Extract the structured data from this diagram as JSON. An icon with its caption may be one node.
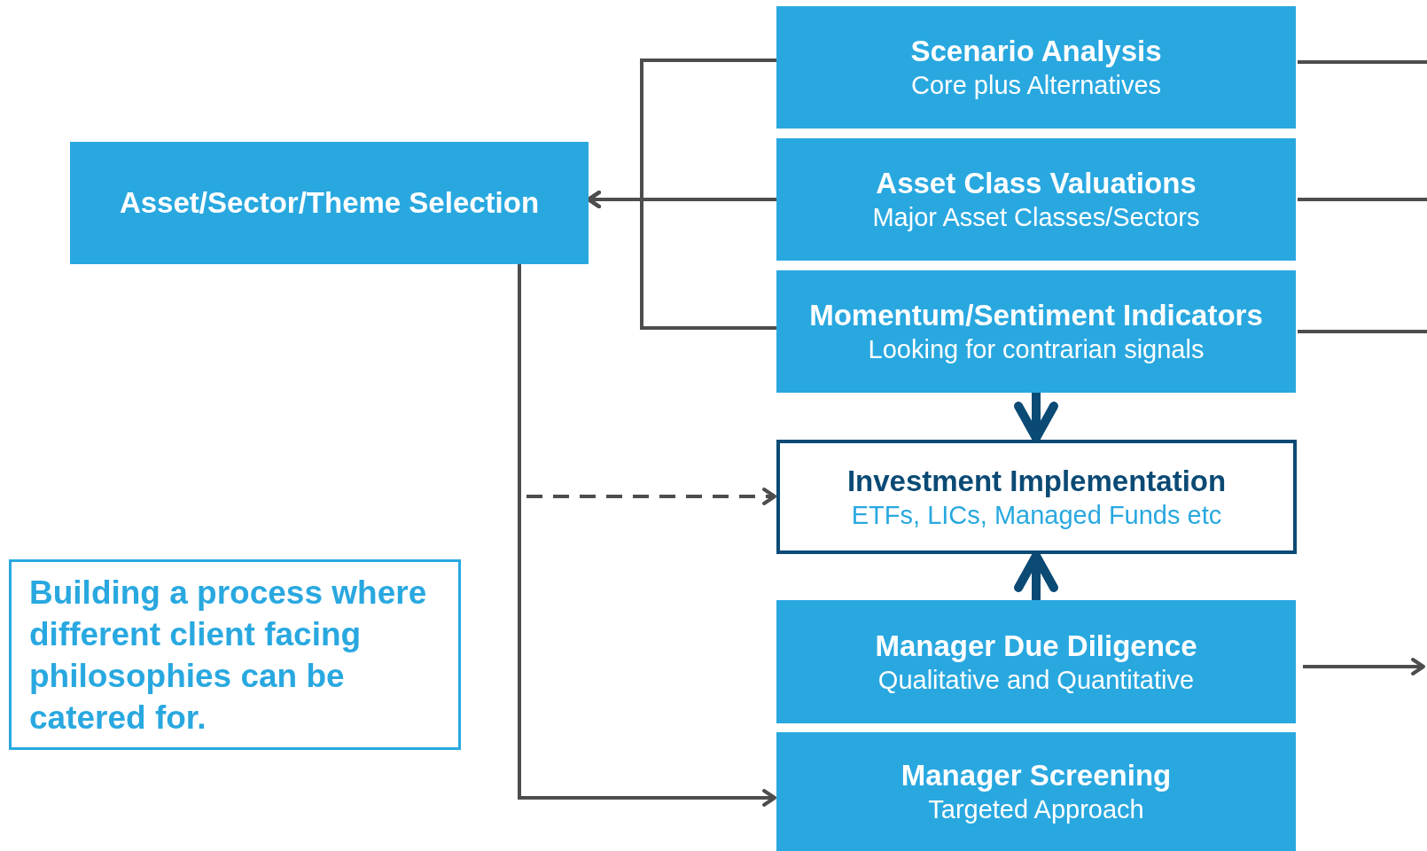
{
  "diagram": {
    "nodes": [
      {
        "text": [
          "Asset/Sector/Theme Selection"
        ]
      },
      {
        "text": [
          "Scenario Analysis",
          "Core plus Alternatives"
        ]
      },
      {
        "text": [
          "Asset Class Valuations",
          "Major Asset Classes/Sectors"
        ]
      },
      {
        "text": [
          "Momentum/Sentiment Indicators",
          "Looking for contrarian signals"
        ]
      },
      {
        "text": [
          "Investment Implementation",
          "ETFs, LICs, Managed Funds etc"
        ]
      },
      {
        "text": [
          "Manager Due Diligence",
          "Qualitative and Quantitative"
        ]
      },
      {
        "text": [
          "Manager Screening",
          "Targeted Approach"
        ]
      },
      {
        "text": [
          "Building a process where different client facing philosophies can be catered for."
        ]
      }
    ],
    "edges": [
      {
        "from": 1,
        "to": 0,
        "arrow": "to"
      },
      {
        "from": 2,
        "to": 0,
        "arrow": "to"
      },
      {
        "from": 3,
        "to": 0,
        "arrow": "to"
      },
      {
        "from": 3,
        "to": 4,
        "arrow": "to",
        "style": "thick",
        "color": "#0b4a75"
      },
      {
        "from": 5,
        "to": 4,
        "arrow": "to",
        "style": "thick",
        "color": "#0b4a75"
      },
      {
        "from": 0,
        "to": 4,
        "arrow": "to",
        "style": "dashed"
      },
      {
        "from": 0,
        "to": 6,
        "arrow": "to"
      },
      {
        "from": 1,
        "to": null,
        "arrow": "none"
      },
      {
        "from": 2,
        "to": null,
        "arrow": "none"
      },
      {
        "from": 3,
        "to": null,
        "arrow": "none"
      },
      {
        "from": 5,
        "to": null,
        "arrow": "to"
      }
    ]
  }
}
